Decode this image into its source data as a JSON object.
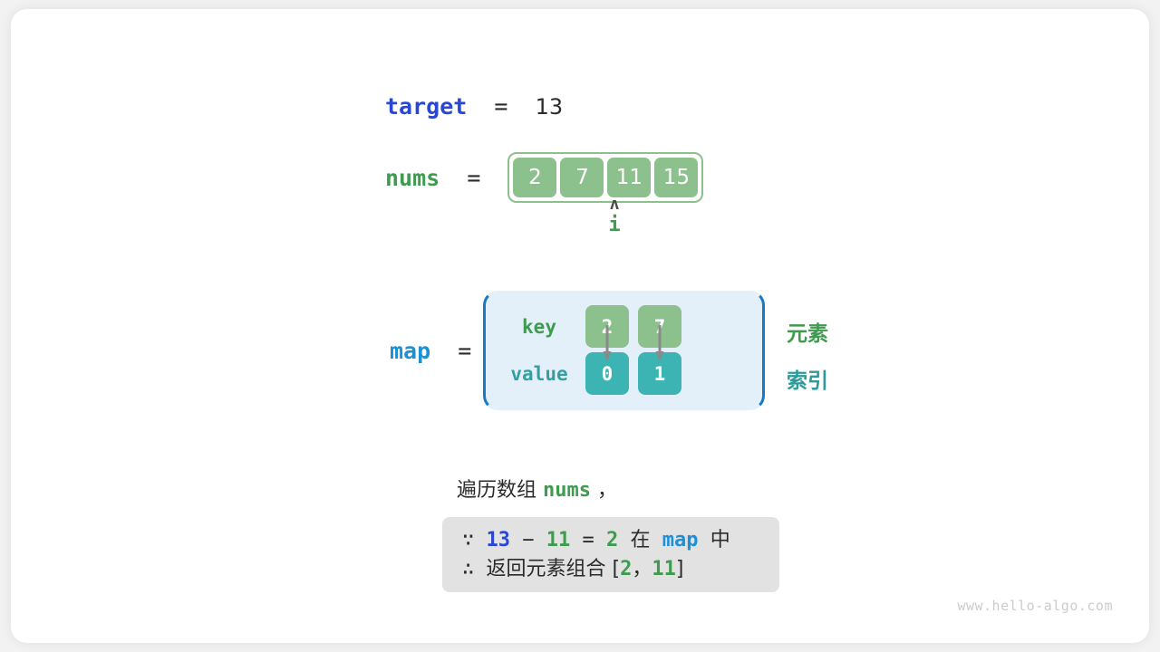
{
  "watermark": "www.hello-algo.com",
  "target_row": {
    "var_name": "target",
    "equals": "=",
    "value": "13"
  },
  "nums_row": {
    "var_name": "nums",
    "equals": "=",
    "cells": [
      "2",
      "7",
      "11",
      "15"
    ]
  },
  "pointer": {
    "caret": "ʌ",
    "label": "i",
    "points_to_index": 2
  },
  "map_section": {
    "var_name": "map",
    "equals": "=",
    "row_label_key": "key",
    "row_label_value": "value",
    "columns": [
      {
        "key": "2",
        "value": "0"
      },
      {
        "key": "7",
        "value": "1"
      }
    ],
    "side_label_key": "元素",
    "side_label_value": "索引"
  },
  "caption": {
    "text_prefix": "遍历数组 ",
    "var_name": "nums",
    "text_suffix": " ，"
  },
  "note": {
    "line1": {
      "symbol": "∵",
      "a": "13",
      "minus": "−",
      "b": "11",
      "eq": "=",
      "c": "2",
      "zai": "在",
      "map": "map",
      "zhong": "中"
    },
    "line2": {
      "symbol": "∴",
      "text": "返回元素组合 ",
      "bracket_open": "[",
      "a": "2",
      "comma": "，",
      "b": "11",
      "bracket_close": "]"
    }
  },
  "colors": {
    "blue_var": "#2a46d4",
    "light_blue_var": "#1e90d8",
    "green_var": "#3f9b50",
    "cell_green": "#8cc08c",
    "cell_teal": "#3cb4b4",
    "map_box_bg": "#e3eff9",
    "map_box_border": "#1b78c2",
    "note_bg": "#e2e2e2",
    "teal_text": "#2f9a9a"
  }
}
